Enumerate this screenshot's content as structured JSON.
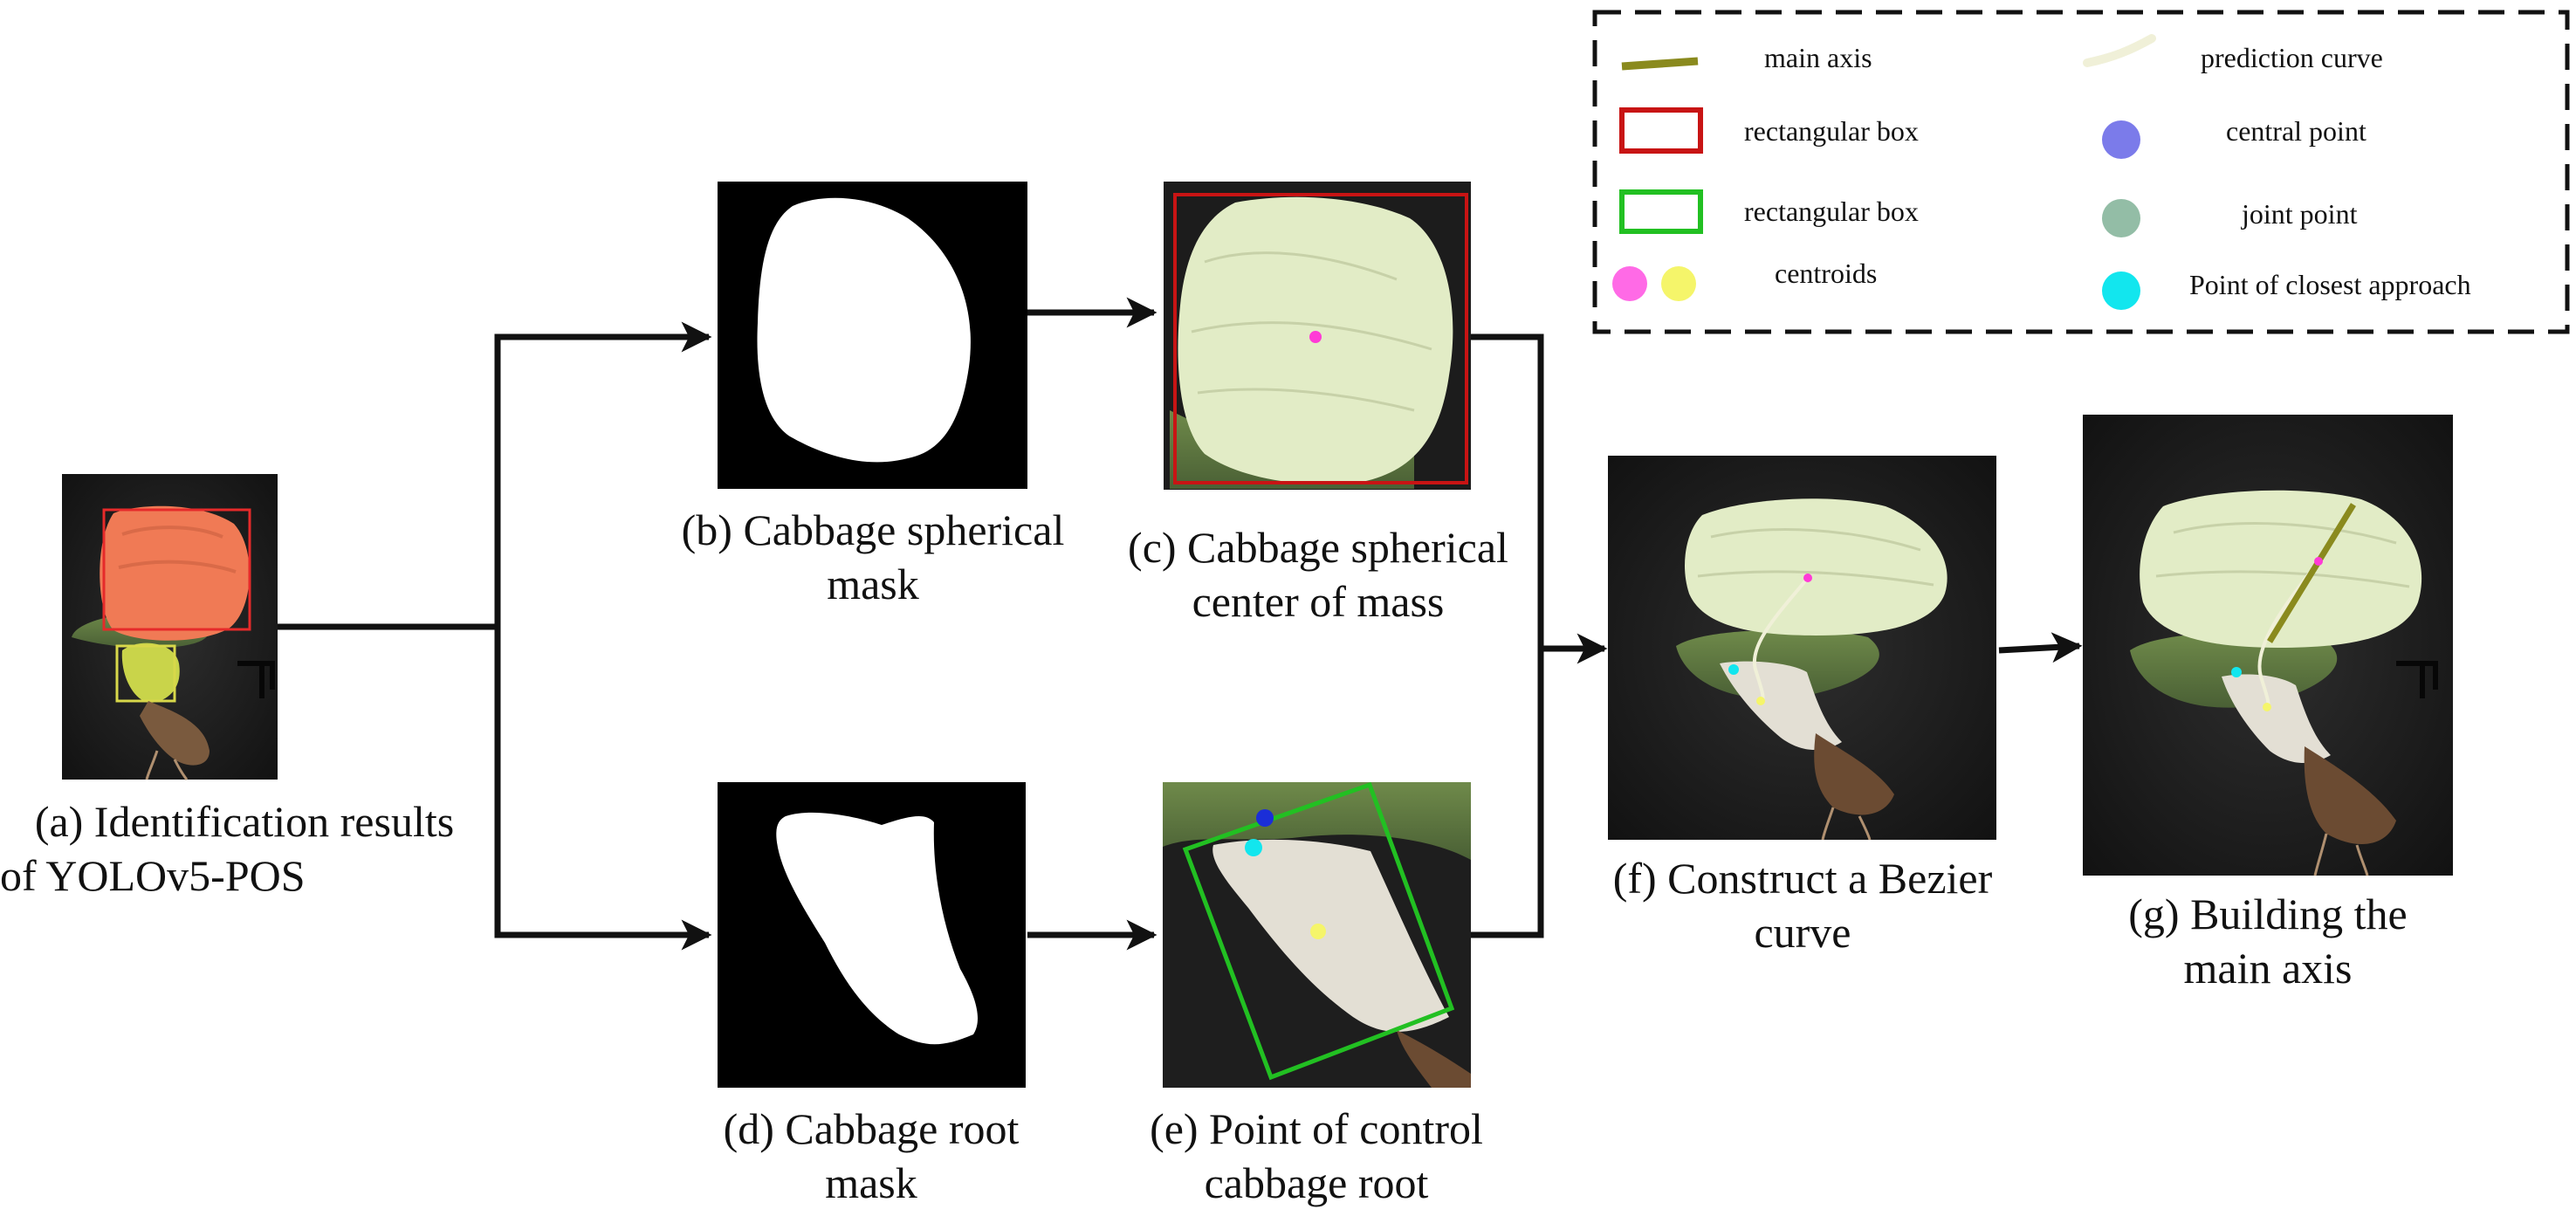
{
  "captions": {
    "a": [
      "(a) Identification results",
      "of YOLOv5-POS"
    ],
    "b": [
      "(b) Cabbage spherical",
      "mask"
    ],
    "c": [
      "(c) Cabbage spherical",
      "center of mass"
    ],
    "d": [
      "(d) Cabbage root",
      "mask"
    ],
    "e": [
      "(e) Point of control",
      "cabbage root"
    ],
    "f": [
      "(f) Construct a Bezier",
      "curve"
    ],
    "g": [
      "(g) Building the",
      "main axis"
    ]
  },
  "legend": {
    "main_axis": "main axis",
    "red_box": "rectangular box",
    "green_box": "rectangular box",
    "centroids": "centroids",
    "prediction_curve": "prediction curve",
    "central_point": "central point",
    "joint_point": "joint point",
    "closest_point": "Point of closest approach"
  },
  "colors": {
    "main_axis": "#8a8a1e",
    "red_box": "#c81414",
    "green_box": "#22c022",
    "centroid_magenta": "#ff6ae6",
    "centroid_yellow": "#f5f56a",
    "prediction_curve": "#f0f0d8",
    "central_point": "#7b7bea",
    "joint_point": "#93bda6",
    "closest_point": "#12e6ee",
    "cabbage": "#e2ecc6",
    "background_dark": "#1a1a1a",
    "arrow": "#111111"
  }
}
